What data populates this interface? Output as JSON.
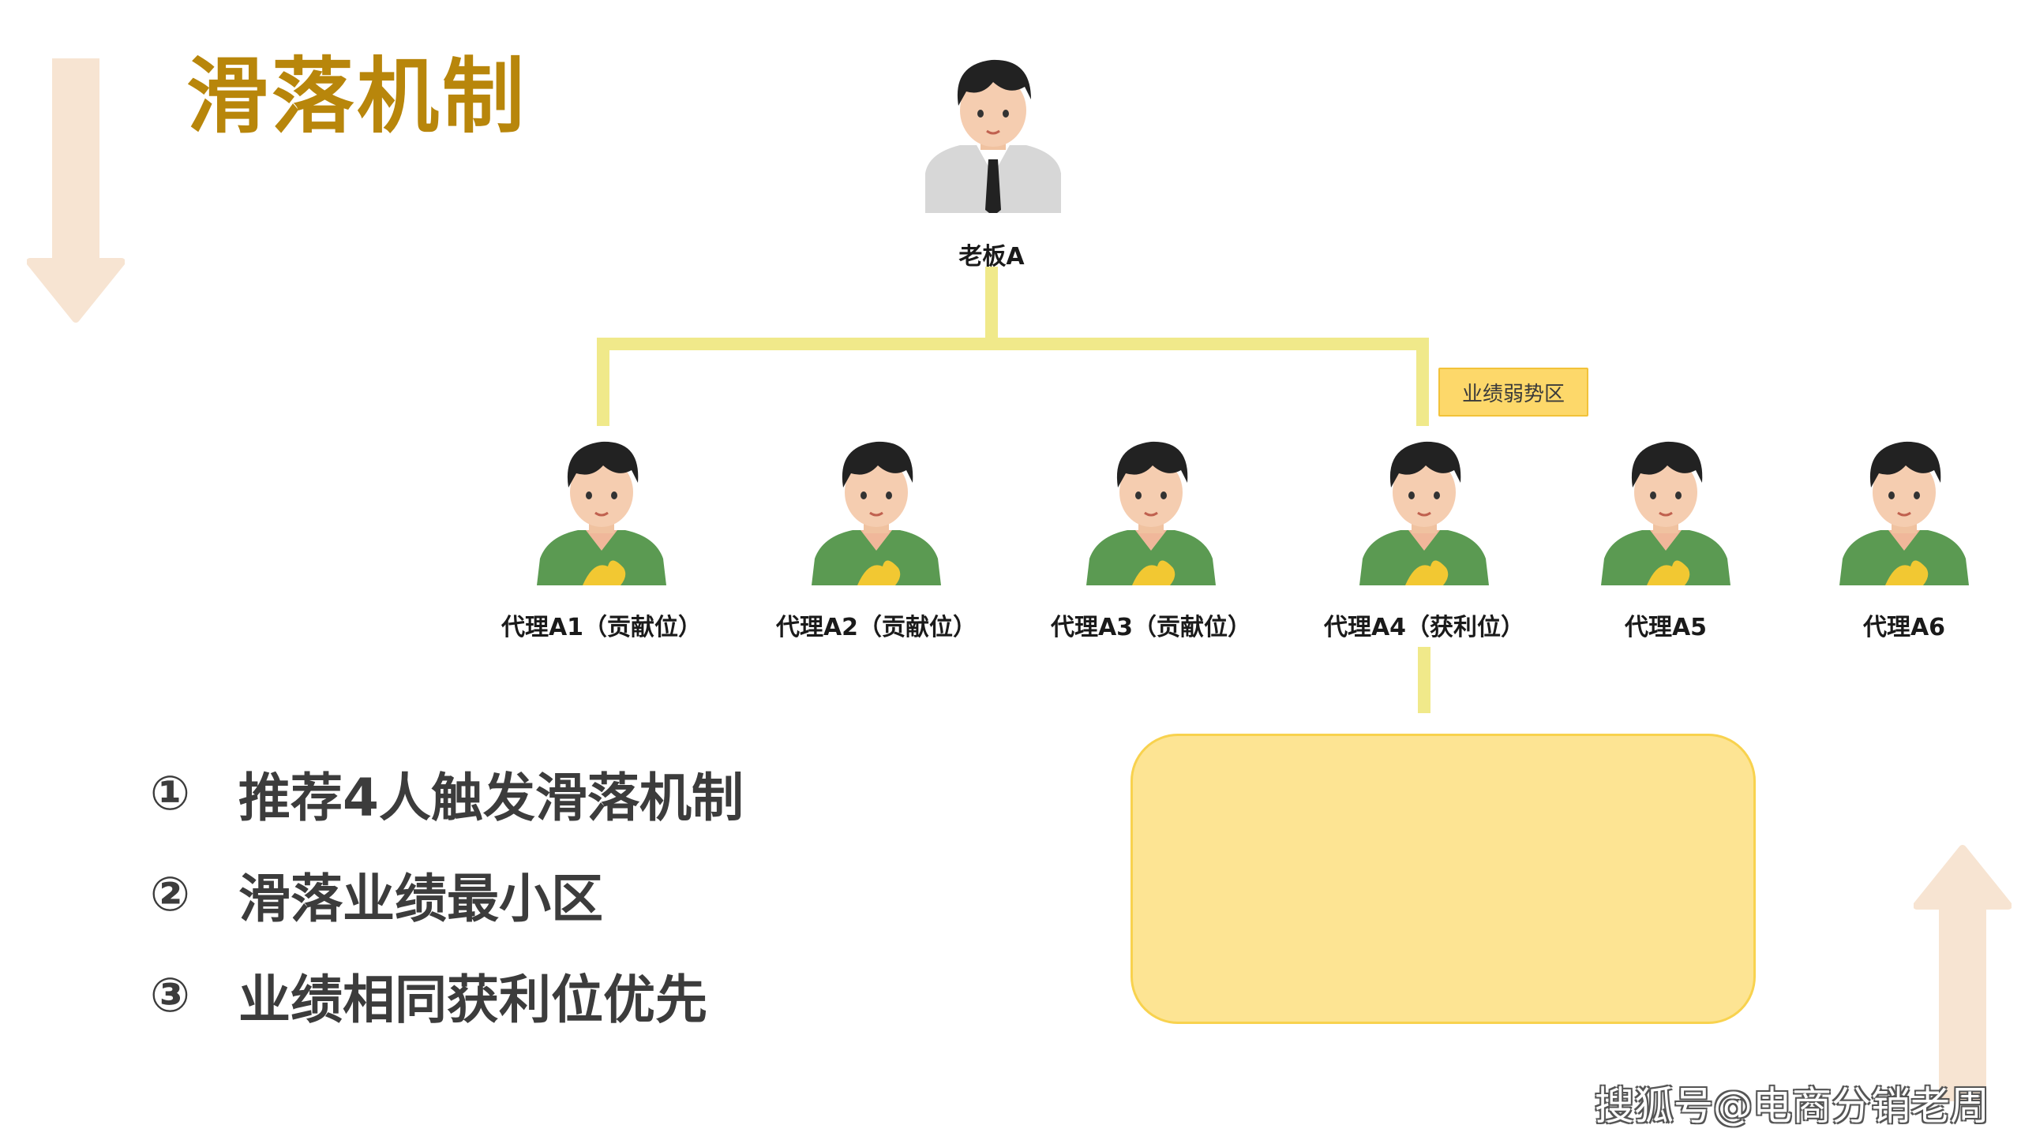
{
  "title": "滑落机制",
  "boss": {
    "label": "老板A"
  },
  "agents": [
    {
      "label": "代理A1（贡献位）"
    },
    {
      "label": "代理A2（贡献位）"
    },
    {
      "label": "代理A3（贡献位）"
    },
    {
      "label": "代理A4（获利位）"
    },
    {
      "label": "代理A5"
    },
    {
      "label": "代理A6"
    }
  ],
  "tag": "业绩弱势区",
  "rules": [
    {
      "num": "①",
      "text": "推荐4人触发滑落机制"
    },
    {
      "num": "②",
      "text": "滑落业绩最小区"
    },
    {
      "num": "③",
      "text": "业绩相同获利位优先"
    }
  ],
  "watermark": "搜狐号@电商分销老周",
  "colors": {
    "title": "#b8860b",
    "connector": "#f0e98a",
    "tag_fill": "#fdd86a",
    "box_fill": "#fde493",
    "arrow": "#f7e4d2",
    "shirt": "#5b9a52"
  }
}
